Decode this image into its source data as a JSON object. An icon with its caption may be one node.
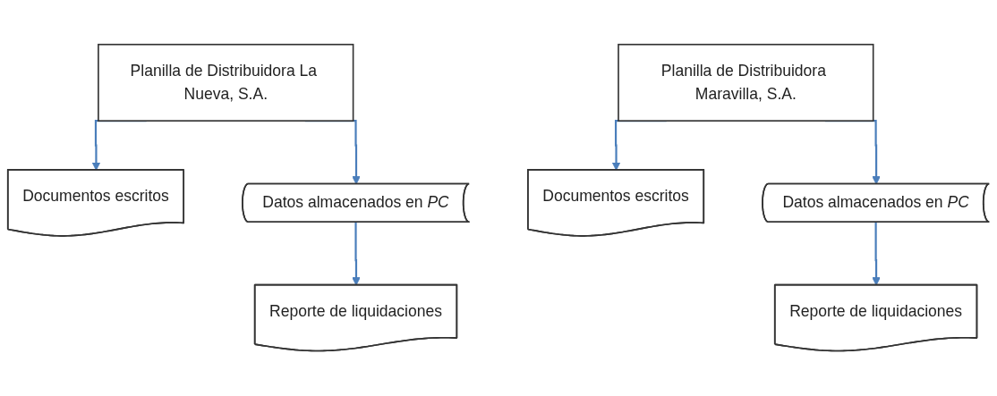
{
  "diagram": {
    "nodes": [
      {
        "text": [
          "Planilla de Distribuidora La Nueva, S.A."
        ]
      },
      {
        "text": [
          "Documentos escritos"
        ]
      },
      {
        "text": [
          "Datos almacenados en *PC*"
        ]
      },
      {
        "text": [
          "Reporte de liquidaciones"
        ]
      },
      {
        "text": [
          "Planilla de Distribuidora Maravilla, S.A."
        ]
      },
      {
        "text": [
          "Documentos escritos"
        ]
      },
      {
        "text": [
          "Datos almacenados en *PC*"
        ]
      },
      {
        "text": [
          "Reporte de liquidaciones"
        ]
      }
    ],
    "edges": [
      {
        "from": 0,
        "to": 1,
        "arrow": "to"
      },
      {
        "from": 0,
        "to": 2,
        "arrow": "to"
      },
      {
        "from": 2,
        "to": 3,
        "arrow": "to"
      },
      {
        "from": 4,
        "to": 5,
        "arrow": "to"
      },
      {
        "from": 4,
        "to": 6,
        "arrow": "to"
      },
      {
        "from": 6,
        "to": 7,
        "arrow": "to"
      }
    ]
  }
}
